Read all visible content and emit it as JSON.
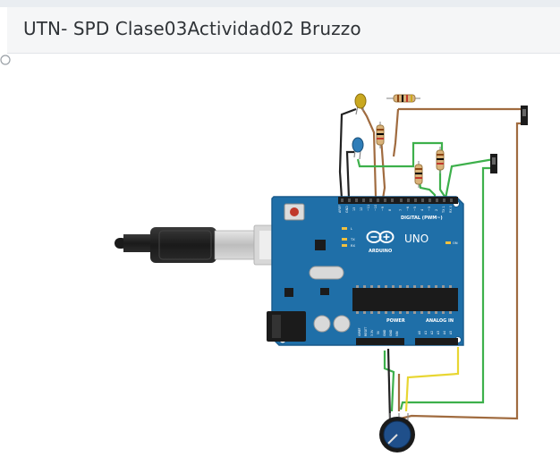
{
  "header": {
    "title": "UTN- SPD Clase03Actividad02 Bruzzo"
  },
  "board": {
    "model_label": "UNO",
    "brand_label": "ARDUINO",
    "digital_label": "DIGITAL (PWM~)",
    "power_label": "POWER",
    "analog_label": "ANALOG IN",
    "pin_aref": "AREF",
    "pin_gnd": "GND",
    "pin_13": "13",
    "pin_12": "12",
    "pin_11": "~11",
    "pin_10": "~10",
    "pin_9": "~9",
    "pin_8": "8",
    "pin_7": "7",
    "pin_6": "~6",
    "pin_5": "~5",
    "pin_4": "4",
    "pin_3": "~3",
    "pin_2": "2",
    "pin_tx": "TX 1",
    "pin_rx": "RX 0",
    "led_l": "L",
    "led_tx": "TX",
    "led_rx": "RX",
    "led_on": "ON",
    "pin_ioref": "IOREF",
    "pin_reset": "RESET",
    "pin_3v3": "3.3V",
    "pin_5v": "5V",
    "pin_gnd1": "GND",
    "pin_gnd2": "GND",
    "pin_vin": "VIN",
    "pin_a0": "A0",
    "pin_a1": "A1",
    "pin_a2": "A2",
    "pin_a3": "A3",
    "pin_a4": "A4",
    "pin_a5": "A5"
  },
  "colors": {
    "board": "#1f6fa8",
    "board_dark": "#185a8c",
    "wire_black": "#222222",
    "wire_brown": "#a06b3f",
    "wire_green": "#3db04b",
    "wire_yellow": "#e8d632",
    "led_yellow": "#c9a820",
    "led_blue": "#2f7db8",
    "header_bg": "#f5f6f7"
  },
  "icons": {
    "corner": "info-circle-icon"
  }
}
